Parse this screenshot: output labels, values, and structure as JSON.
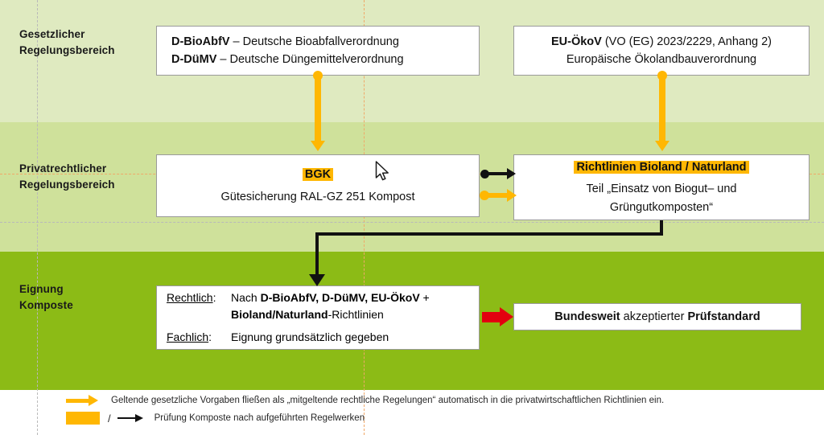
{
  "bands": {
    "top": {
      "label": "Gesetzlicher\nRegelungsbereich",
      "color": "#dfeac0"
    },
    "middle": {
      "label": "Privatrechtlicher\nRegelungsbereich",
      "color": "#cfe19b"
    },
    "bottom": {
      "label": "Eignung\nKomposte",
      "color": "#8cbb16"
    }
  },
  "boxes": {
    "laws_de": {
      "line1_bold": "D-BioAbfV",
      "line1_rest": " – Deutsche Bioabfallverordnung",
      "line2_bold": "D-DüMV",
      "line2_rest": " – Deutsche Düngemittelverordnung"
    },
    "laws_eu": {
      "line1_bold": "EU-ÖkoV",
      "line1_rest": " (VO (EG) 2023/2229, Anhang 2)",
      "line2": "Europäische Ökolandbauverordnung"
    },
    "bgk": {
      "title": "BGK",
      "subtitle": "Gütesicherung RAL-GZ 251 Kompost"
    },
    "bioland": {
      "title": "Richtlinien Bioland / Naturland",
      "line1": "Teil „Einsatz von Biogut– und",
      "line2": "Grüngutkomposten“"
    },
    "eignung": {
      "row1_key": "Rechtlich",
      "row1_colon": ":",
      "row1_val_pre": "Nach ",
      "row1_val_bold": "D-BioAbfV, D-DüMV, EU-ÖkoV",
      "row1_val_post": " +",
      "row1_cont_bold": "Bioland/Naturland",
      "row1_cont_post": "-Richtlinien",
      "row2_key": "Fachlich",
      "row2_colon": ":",
      "row2_val": "Eignung grundsätzlich gegeben"
    },
    "pruefstandard": {
      "word1": "Bundesweit",
      "word2": " akzeptierter ",
      "word3": "Prüfstandard"
    }
  },
  "legend": {
    "row1_text": "Geltende gesetzliche Vorgaben fließen als „mitgeltende rechtliche Regelungen“ automatisch in die privatwirtschaftlichen Richtlinien ein.",
    "row2_slash": "/",
    "row2_text": "Prüfung Komposte nach aufgeführten Regelwerken"
  },
  "colors": {
    "band_top": "#dfeac0",
    "band_middle": "#cfe19b",
    "band_bottom": "#8cbb16",
    "highlight": "#ffb703",
    "accent_red": "#e3000f",
    "connector_black": "#111111"
  }
}
